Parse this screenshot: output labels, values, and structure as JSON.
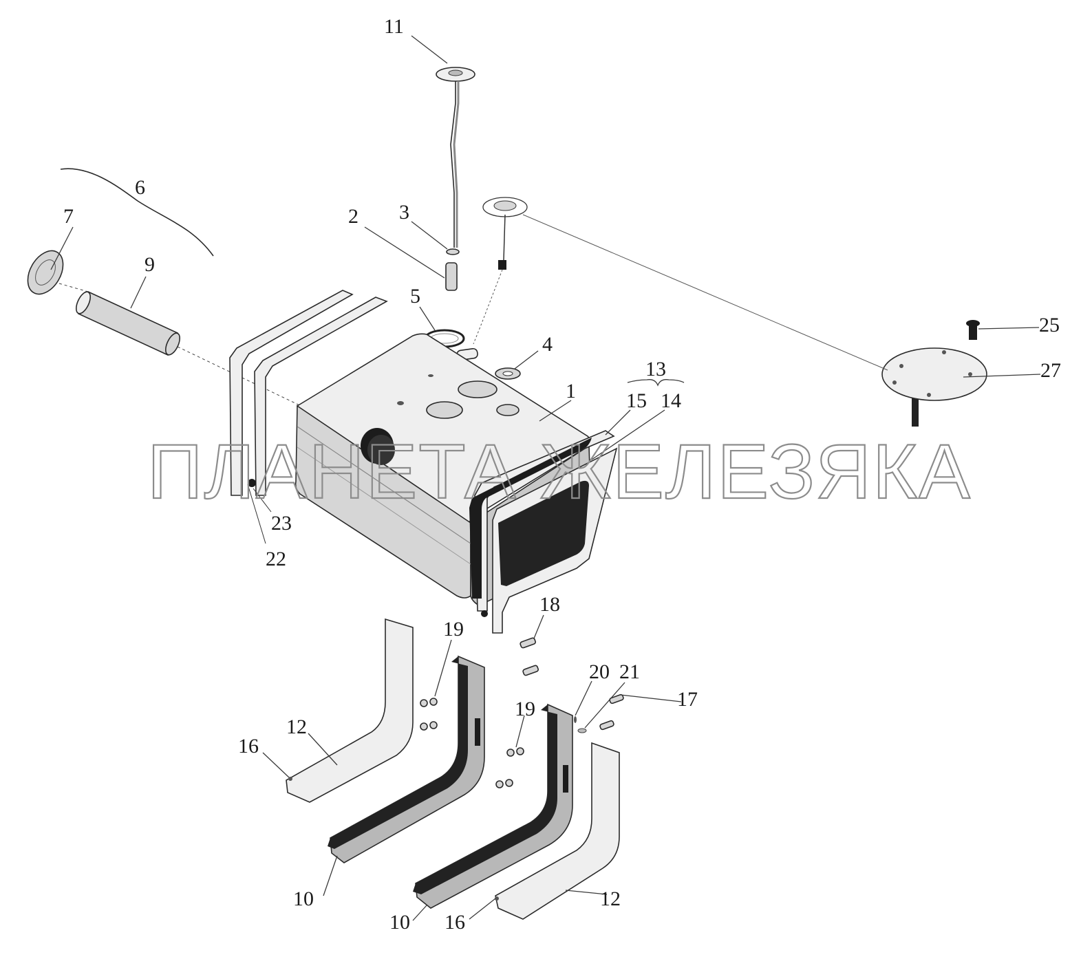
{
  "watermark": "ПЛАНЕТА ЖЕЛЕЗЯКА",
  "callouts": {
    "c1": "1",
    "c2": "2",
    "c3": "3",
    "c4": "4",
    "c5": "5",
    "c6": "6",
    "c7": "7",
    "c9": "9",
    "c10a": "10",
    "c10b": "10",
    "c11": "11",
    "c12a": "12",
    "c12b": "12",
    "c13": "13",
    "c14": "14",
    "c15": "15",
    "c16a": "16",
    "c16b": "16",
    "c17": "17",
    "c18": "18",
    "c19a": "19",
    "c19b": "19",
    "c20": "20",
    "c21": "21",
    "c22": "22",
    "c23": "23",
    "c25": "25",
    "c27": "27"
  }
}
